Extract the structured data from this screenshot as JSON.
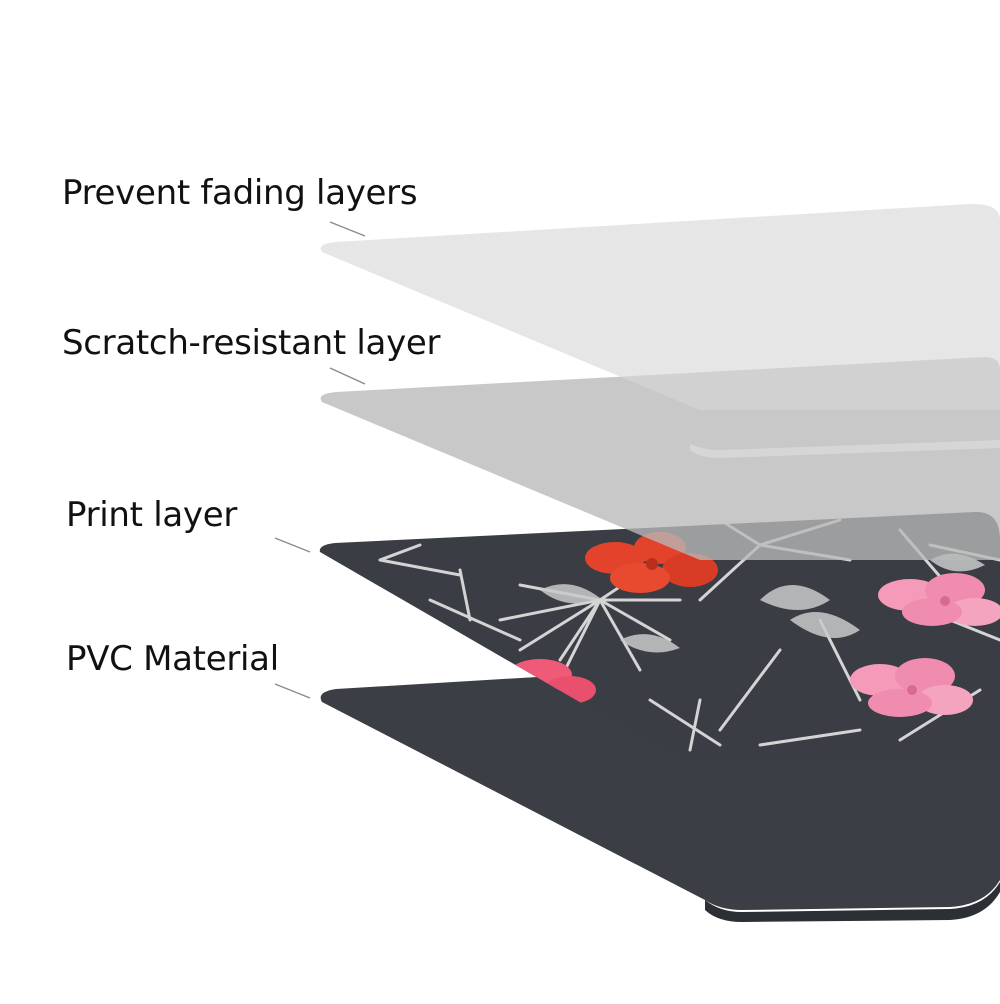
{
  "layers": [
    {
      "label": "Prevent fading layers"
    },
    {
      "label": "Scratch-resistant layer"
    },
    {
      "label": "Print layer"
    },
    {
      "label": "PVC Material"
    }
  ],
  "colors": {
    "prevent_fading_layer": "#e6e6e6",
    "scratch_resistant_layer": "#c9c9c9",
    "print_layer_background": "#3a3d44",
    "pvc_material": "#3b3e44",
    "leader_line": "#8a8a8a",
    "flower_red": "#e2432a",
    "flower_pink": "#f08cb0",
    "foliage": "#d4d4d4"
  }
}
